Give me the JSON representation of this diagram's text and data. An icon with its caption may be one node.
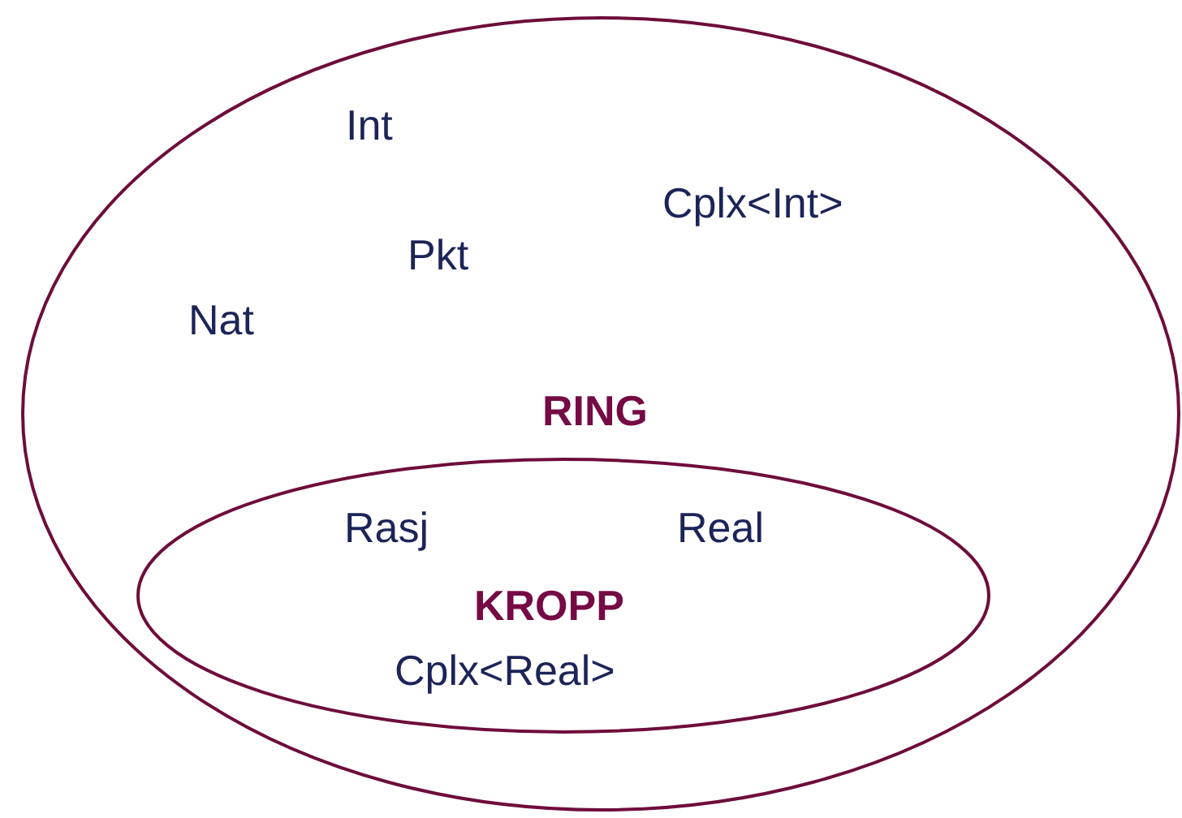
{
  "diagram": {
    "nodes": [
      {
        "text": [
          "Int",
          "Cplx<Int>",
          "Pkt",
          "Nat",
          "RING"
        ]
      },
      {
        "text": [
          "Rasj",
          "Real",
          "KROPP",
          "Cplx<Real>"
        ],
        "in": 0
      }
    ],
    "edges": []
  }
}
